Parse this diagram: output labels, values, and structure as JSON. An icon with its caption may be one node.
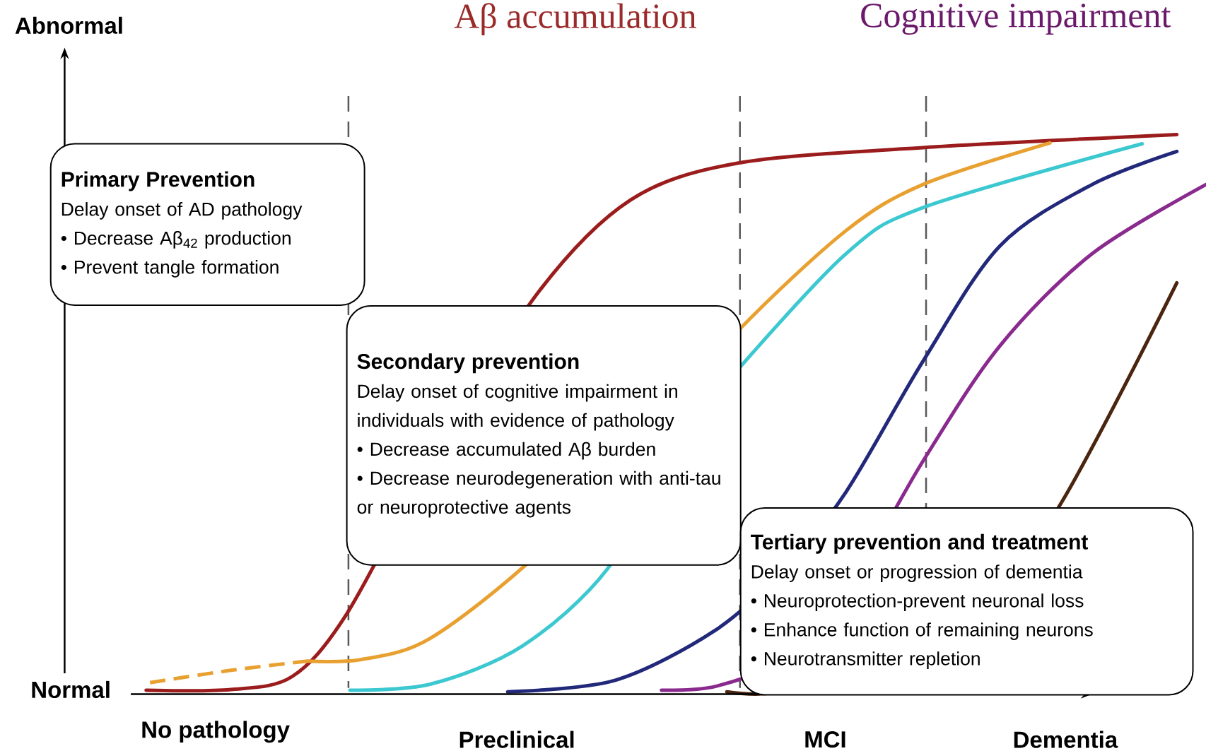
{
  "diagram": {
    "nodes": [
      {
        "text": [
          "Primary Prevention",
          "Delay onset of AD pathology",
          "• Decrease Aβ$_{42}$ production",
          "• Prevent tangle formation"
        ]
      },
      {
        "text": [
          "Secondary prevention",
          "Delay onset of cognitive impairment in individuals with evidence of pathology",
          "• Decrease accumulated Aβ burden",
          "• Decrease neurodegeneration with anti-tau or neuroprotective agents"
        ]
      },
      {
        "text": [
          "Tertiary prevention and treatment",
          "Delay onset or progression of dementia",
          "• Neuroprotection-prevent neuronal loss",
          "• Enhance function of remaining neurons",
          "• Neurotransmitter repletion"
        ]
      }
    ],
    "labels": [
      "Abnormal",
      "Aβ accumulation",
      "Cognitive impairment",
      "Normal",
      "No pathology",
      "Preclinical",
      "MCI",
      "Dementia"
    ]
  }
}
